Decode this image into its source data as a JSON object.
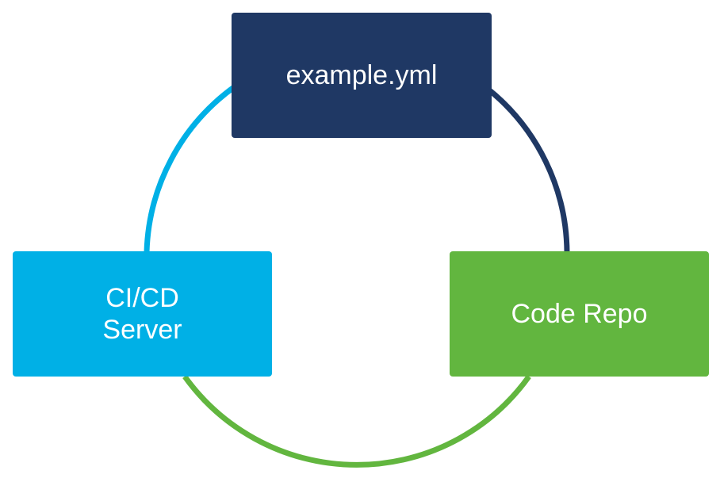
{
  "diagram": {
    "nodes": {
      "yml": {
        "label": "example.yml",
        "color": "#1f3864"
      },
      "ci": {
        "label_line1": "CI/CD",
        "label_line2": "Server",
        "color": "#00b0e6"
      },
      "repo": {
        "label": "Code Repo",
        "color": "#62b63f"
      }
    },
    "arcs": {
      "yml_to_repo_color": "#1f3864",
      "repo_to_ci_color": "#62b63f",
      "ci_to_yml_color": "#00b0e6"
    }
  }
}
